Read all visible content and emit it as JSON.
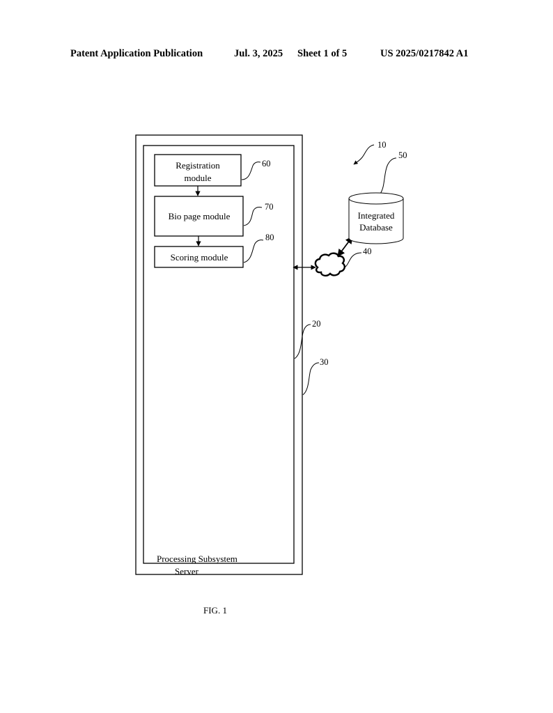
{
  "header": {
    "publication": "Patent Application Publication",
    "date": "Jul. 3, 2025",
    "sheet": "Sheet 1 of 5",
    "number": "US 2025/0217842 A1"
  },
  "modules": {
    "registration_line1": "Registration",
    "registration_line2": "module",
    "bio_page": "Bio page module",
    "scoring": "Scoring module"
  },
  "subsystem": {
    "processing_label": "Processing Subsystem",
    "server_label": "Server"
  },
  "database": {
    "line1": "Integrated",
    "line2": "Database"
  },
  "refs": {
    "system": "10",
    "processing_subsystem": "20",
    "server": "30",
    "network": "40",
    "database": "50",
    "registration": "60",
    "bio_page": "70",
    "scoring": "80"
  },
  "figure_label": "FIG. 1",
  "icons": {
    "network": "cloud-icon",
    "database": "cylinder-icon"
  }
}
